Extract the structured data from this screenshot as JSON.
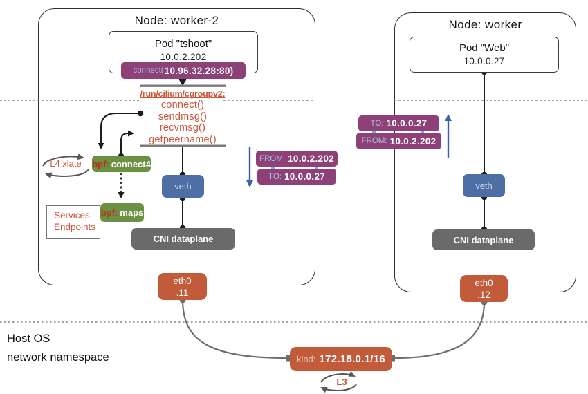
{
  "left_node": {
    "title": "Node: worker-2",
    "pod": {
      "title": "Pod \"tshoot\"",
      "ip": "10.0.2.202"
    },
    "connect_badge": {
      "label": "connect(",
      "value": "10.96.32.28:80)"
    },
    "cgroup": {
      "path": "/run/cilium/cgroupv2:",
      "functions": [
        "connect()",
        "sendmsg()",
        "recvmsg()",
        "getpeername()"
      ]
    },
    "l4_xlate_label": "L4 xlate",
    "bpf_connect4": {
      "prefix": "bpf:",
      "name": "connect4"
    },
    "bpf_maps": {
      "prefix": "bpf:",
      "name": "maps"
    },
    "services_endpoints": {
      "line1": "Services",
      "line2": "Endpoints"
    },
    "veth_label": "veth",
    "cni_label": "CNI dataplane",
    "eth": {
      "name": "eth0",
      "suffix": ".11"
    }
  },
  "middle_packet": {
    "from_label": "FROM:",
    "from_value": "10.0.2.202",
    "to_label": "TO:",
    "to_value": "10.0.0.27"
  },
  "right_node": {
    "title": "Node: worker",
    "pod": {
      "title": "Pod \"Web\"",
      "ip": "10.0.0.27"
    },
    "packet": {
      "to_label": "TO:",
      "to_value": "10.0.0.27",
      "from_label": "FROM:",
      "from_value": "10.0.2.202"
    },
    "veth_label": "veth",
    "cni_label": "CNI dataplane",
    "eth": {
      "name": "eth0",
      "suffix": ".12"
    }
  },
  "host": {
    "label_line1": "Host OS",
    "label_line2": "network namespace",
    "kind_badge": {
      "label": "kind:",
      "value": "172.18.0.1/16"
    },
    "l3_label": "L3"
  },
  "colors": {
    "badge_purple": "#8e4078",
    "bpf_green": "#6d9144",
    "veth_blue": "#4d6fa6",
    "cni_gray": "#6a6a6a",
    "eth_orange": "#c25b39",
    "annotation_orange": "#cd5438",
    "flow_arrow_blue": "#3d5fa6",
    "bpf_prefix_red": "#b5301d"
  }
}
